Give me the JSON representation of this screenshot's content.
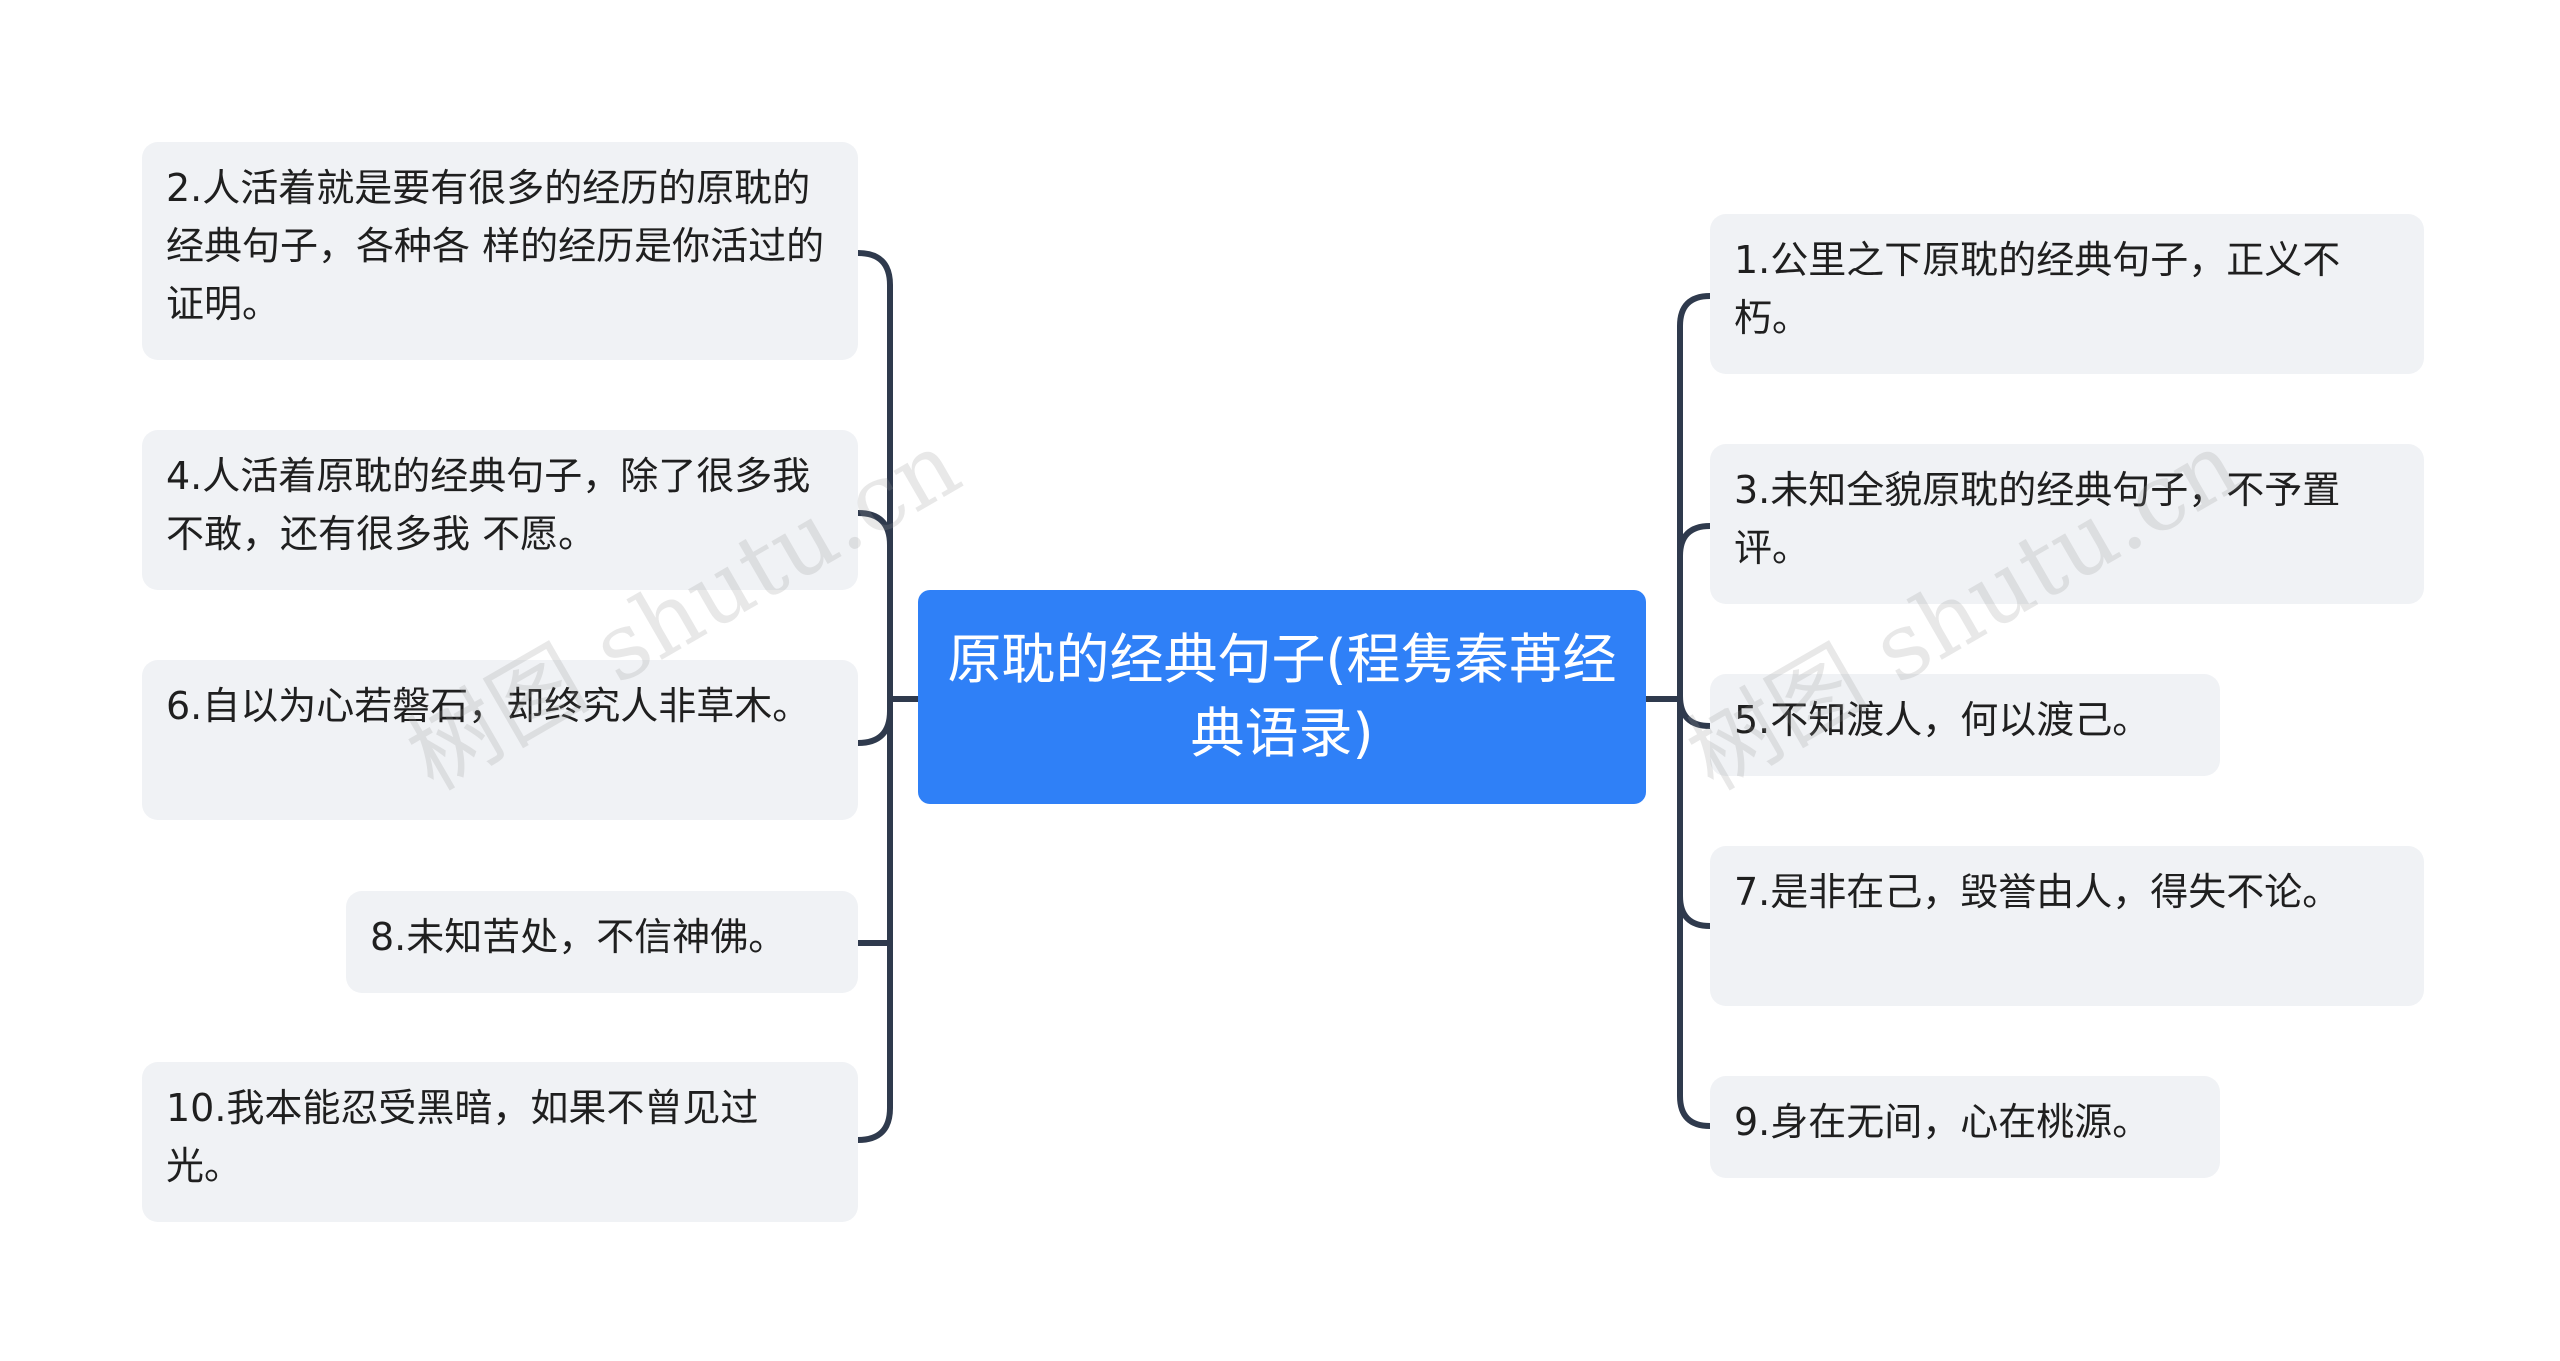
{
  "center": {
    "label": "原耽的经典句子(程隽秦苒经典语录)"
  },
  "left_nodes": [
    {
      "label": "2.人活着就是要有很多的经历的原耽的经典句子，各种各 样的经历是你活过的证明。"
    },
    {
      "label": "4.人活着原耽的经典句子，除了很多我不敢，还有很多我 不愿。"
    },
    {
      "label": "6.自以为心若磐石，却终究人非草木。"
    },
    {
      "label": "8.未知苦处，不信神佛。"
    },
    {
      "label": "10.我本能忍受黑暗，如果不曾见过光。"
    }
  ],
  "right_nodes": [
    {
      "label": "1.公里之下原耽的经典句子，正义不朽。"
    },
    {
      "label": "3.未知全貌原耽的经典句子，不予置评。"
    },
    {
      "label": "5.不知渡人，何以渡己。"
    },
    {
      "label": "7.是非在己，毁誉由人，得失不论。"
    },
    {
      "label": "9.身在无间，心在桃源。"
    }
  ],
  "watermark": "树图 shutu.cn",
  "colors": {
    "center": "#2f80f7",
    "node_bg": "#f0f2f5",
    "connector": "#2f3a4d"
  }
}
